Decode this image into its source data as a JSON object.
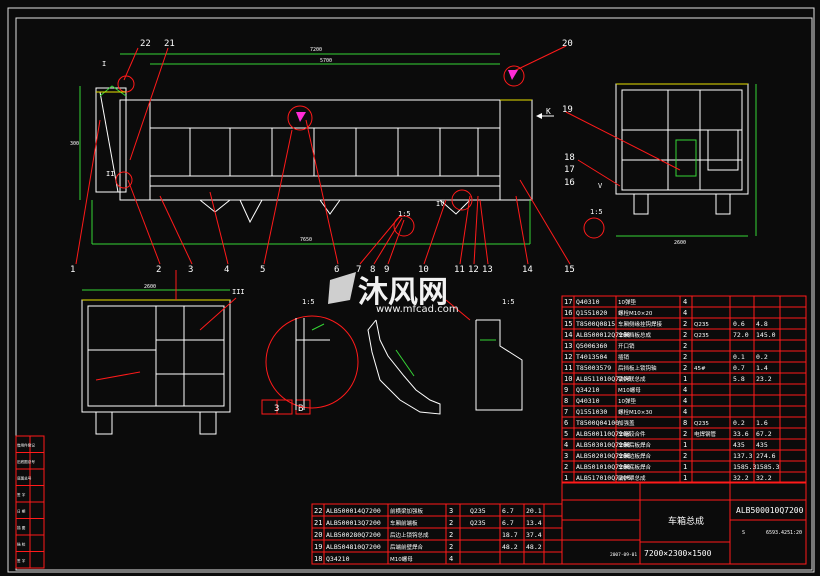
{
  "balloons": {
    "bottom_main": [
      "1",
      "2",
      "3",
      "4",
      "5",
      "6",
      "7",
      "8",
      "9",
      "10",
      "11",
      "12",
      "13",
      "14",
      "15"
    ],
    "top_main": [
      "22",
      "21"
    ],
    "top_right": [
      "20"
    ],
    "side_right": [
      "19",
      "18",
      "17",
      "16"
    ]
  },
  "section_labels": {
    "detail_I": "I",
    "detail_II": "II",
    "detail_III": "III",
    "detail_IV": "IV",
    "detail_V": "V",
    "scale": "1:5",
    "ref_box_number": "3",
    "ref_box_letter": "B"
  },
  "dims": {
    "top_long": "7200",
    "inner_long": "5700",
    "overall": "7650",
    "height_left": "300",
    "right_width": "2600",
    "end_width": "2600",
    "arrow_K": "K"
  },
  "parts_list_right": [
    {
      "no": "17",
      "code": "Q40310",
      "name": "10弹垫",
      "qty": "4",
      "mat": "",
      "w1": "",
      "w2": ""
    },
    {
      "no": "16",
      "code": "Q1551020",
      "name": "螺栓M10×20",
      "qty": "4",
      "mat": "",
      "w1": "",
      "w2": ""
    },
    {
      "no": "15",
      "code": "T8500Q0815",
      "name": "车厢侧缘挂钩焊接",
      "qty": "2",
      "mat": "Q235",
      "w1": "0.6",
      "w2": "4.8"
    },
    {
      "no": "14",
      "code": "ALB500012Q7200",
      "name": "车厢挡板总成",
      "qty": "2",
      "mat": "Q235",
      "w1": "72.0",
      "w2": "145.0"
    },
    {
      "no": "13",
      "code": "Q5006360",
      "name": "开口销",
      "qty": "2",
      "mat": "",
      "w1": "",
      "w2": ""
    },
    {
      "no": "12",
      "code": "T4013504",
      "name": "插销",
      "qty": "2",
      "mat": "",
      "w1": "0.1",
      "w2": "0.2"
    },
    {
      "no": "11",
      "code": "T85003579",
      "name": "后挡板上锁钩轴",
      "qty": "2",
      "mat": "45#",
      "w1": "0.7",
      "w2": "1.4"
    },
    {
      "no": "10",
      "code": "ALB511010Q7200",
      "name": "锁钩联总成",
      "qty": "1",
      "mat": "",
      "w1": "5.8",
      "w2": "23.2"
    },
    {
      "no": "9",
      "code": "Q34210",
      "name": "M10螺母",
      "qty": "4",
      "mat": "",
      "w1": "",
      "w2": ""
    },
    {
      "no": "8",
      "code": "Q40310",
      "name": "10弹垫",
      "qty": "4",
      "mat": "",
      "w1": "",
      "w2": ""
    },
    {
      "no": "7",
      "code": "Q1551030",
      "name": "螺栓M10×30",
      "qty": "4",
      "mat": "",
      "w1": "",
      "w2": ""
    },
    {
      "no": "6",
      "code": "T8500Q04100",
      "name": "加强盖",
      "qty": "8",
      "mat": "Q235",
      "w1": "0.2",
      "w2": "1.6"
    },
    {
      "no": "5",
      "code": "ALB500110Q7200",
      "name": "车箱铰合件",
      "qty": "2",
      "mat": "电焊钢管",
      "w1": "33.6",
      "w2": "67.2"
    },
    {
      "no": "4",
      "code": "ALB503010Q7200",
      "name": "车厢后板焊合",
      "qty": "1",
      "mat": "",
      "w1": "435",
      "w2": "435"
    },
    {
      "no": "3",
      "code": "ALB502010Q7200",
      "name": "车厢边板焊合",
      "qty": "2",
      "mat": "",
      "w1": "137.3",
      "w2": "274.6"
    },
    {
      "no": "2",
      "code": "ALB501010Q7200",
      "name": "车厢底板焊合",
      "qty": "1",
      "mat": "",
      "w1": "1585.3",
      "w2": "1585.3"
    },
    {
      "no": "1",
      "code": "ALB517010Q7200",
      "name": "前护罩总成",
      "qty": "1",
      "mat": "",
      "w1": "32.2",
      "w2": "32.2"
    }
  ],
  "parts_list_bottom": [
    {
      "no": "22",
      "code": "ALB500014Q7200",
      "name": "前横梁加强板",
      "qty": "3",
      "mat": "Q235",
      "w1": "6.7",
      "w2": "20.1"
    },
    {
      "no": "21",
      "code": "ALB500013Q7200",
      "name": "车厢前端板",
      "qty": "2",
      "mat": "Q235",
      "w1": "6.7",
      "w2": "13.4"
    },
    {
      "no": "20",
      "code": "ALB500280Q7200",
      "name": "后边上锁钩总成",
      "qty": "2",
      "mat": "",
      "w1": "18.7",
      "w2": "37.4"
    },
    {
      "no": "19",
      "code": "ALB504810Q7200",
      "name": "后端前壁焊合",
      "qty": "2",
      "mat": "",
      "w1": "48.2",
      "w2": "48.2"
    },
    {
      "no": "18",
      "code": "Q34210",
      "name": "M10螺母",
      "qty": "4",
      "mat": "",
      "w1": "",
      "w2": ""
    }
  ],
  "title_block": {
    "title": "车箱总成",
    "drawing_no": "ALB500010Q7200",
    "size": "7200×2300×1500",
    "stage": "S",
    "weight": "6593.425",
    "scale": "1:20",
    "date": "2007-09-01"
  },
  "side_block": {
    "rows": [
      "借用件登记",
      "旧底图总号",
      "底图总号",
      "签  字",
      "日  期",
      "描  图",
      "描  校",
      "签  字"
    ]
  },
  "watermark": {
    "brand": "沐风网",
    "url": "www.mfcad.com"
  }
}
